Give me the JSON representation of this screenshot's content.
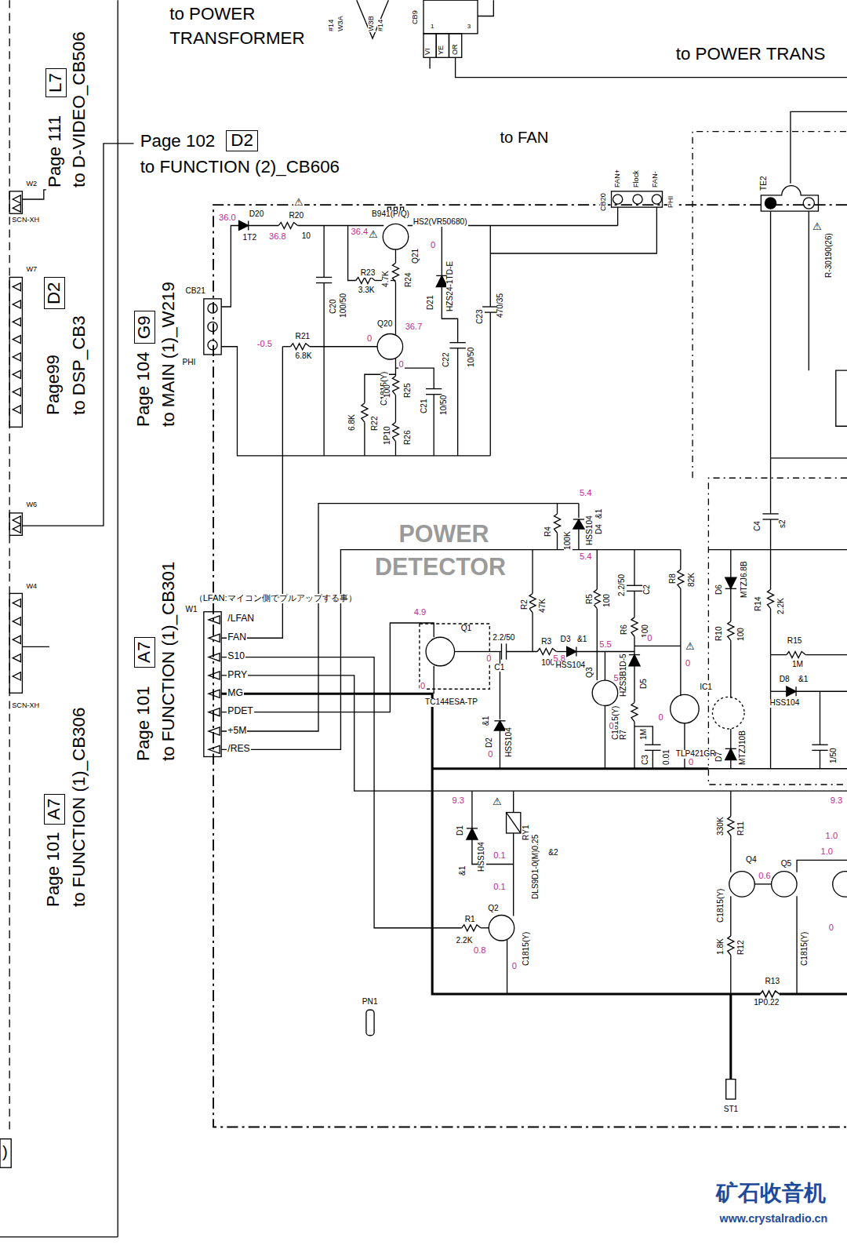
{
  "diagram": {
    "nodes": [
      {
        "text": [
          "L7"
        ]
      },
      {
        "text": [
          "D2"
        ]
      },
      {
        "text": [
          "D2"
        ]
      },
      {
        "text": [
          "G9"
        ]
      },
      {
        "text": [
          "A7"
        ]
      },
      {
        "text": [
          "A7"
        ]
      }
    ],
    "labels": [
      "to POWER",
      "TRANSFORMER",
      "#14",
      "W3A",
      "W3B",
      "#14",
      "CB9",
      "1",
      "3",
      "VI",
      "YE",
      "OR",
      "to POWER TRANS",
      "to FAN",
      "Page 102",
      "to FUNCTION (2)_CB606",
      "Page 111",
      "to D-VIDEO_CB506",
      "W2",
      "SCN-XH",
      "W7",
      "Page99",
      "to DSP_CB3",
      "W6",
      "W4",
      "SCN-XH",
      "Page 101",
      "to FUNCTION (1)_CB306",
      ")",
      "Page 104",
      "to MAIN (1)_W219",
      "Page 101",
      "to FUNCTION (1)_CB301",
      "CB21",
      "PHI",
      "36.0",
      "D20",
      "1T2",
      "36.8",
      "⚠",
      "R20",
      "10",
      "B941(P/Q)",
      "⚠",
      "HS2(VR50680)",
      "36.4",
      "0",
      "Q21",
      "R23",
      "3.3K",
      "4.7K",
      "R24",
      "D21",
      "HZS24-1TD-E",
      "C20",
      "100/50",
      "C23",
      "470/35",
      "-0.5",
      "R21",
      "6.8K",
      "0",
      "Q20",
      "36.7",
      "0",
      "C1815(Y)",
      "C22",
      "10/50",
      "100",
      "R25",
      "C21",
      "10/50",
      "6.8K",
      "R22",
      "1P10",
      "R26",
      "POWER",
      "DETECTOR",
      "5.4",
      "R4",
      "100K",
      "HSS104",
      "D4",
      "&1",
      "5.4",
      "R2",
      "47K",
      "R5",
      "100",
      "2.2/50",
      "C2",
      "R8",
      "82K",
      "R6",
      "100",
      "0",
      "（LFAN:マイコン側でプルアップする事）",
      "W1",
      "/LFAN",
      "FAN",
      "S10",
      "PRY",
      "MG",
      "PDET",
      "+5M",
      "/RES",
      "4.9",
      "Q1",
      "2.2/50",
      "0",
      "C1",
      "R3",
      "100",
      "D3",
      "&1",
      "5.8",
      "HSS104",
      "5.5",
      "Q3",
      "5.5",
      "C1815(Y)",
      "0",
      "HZS3B1D-5",
      "D5",
      "R7",
      "1M",
      "0",
      "0",
      "⚠",
      "IC1",
      "C3",
      "0.01",
      "TLP421GR",
      "0",
      "TC144ESA-TP",
      "0",
      "&1",
      "D2",
      "HSS104",
      "0",
      "9.3",
      "⚠",
      "D1",
      "HSS104",
      "&1",
      "RY1",
      "DLS9D1-0(M)0.25",
      "&2",
      "0.1",
      "0.1",
      "Q2",
      "R1",
      "2.2K",
      "0.8",
      "C1815(Y)",
      "0",
      "PN1",
      "C4",
      "s2",
      "D6",
      "MTZJ6.8B",
      "R10",
      "100",
      "R14",
      "2.2K",
      "R15",
      "1M",
      "D8",
      "&1",
      "HSS104",
      "D7",
      "MTZJ10B",
      "1/50",
      "9.3",
      "1.0",
      "1.0",
      "330K",
      "R11",
      "Q4",
      "C1815(Y)",
      "0.6",
      "Q5",
      "C1815(Y)",
      "1.8K",
      "R12",
      "R13",
      "1P0.22",
      "ST1",
      "0",
      "矿石收音机",
      "www.crystalradio.cn",
      "R-30190(26)",
      "⚠",
      "CB20",
      "FAN+",
      "Flock",
      "FAN-",
      "PHI",
      "TE2"
    ]
  }
}
